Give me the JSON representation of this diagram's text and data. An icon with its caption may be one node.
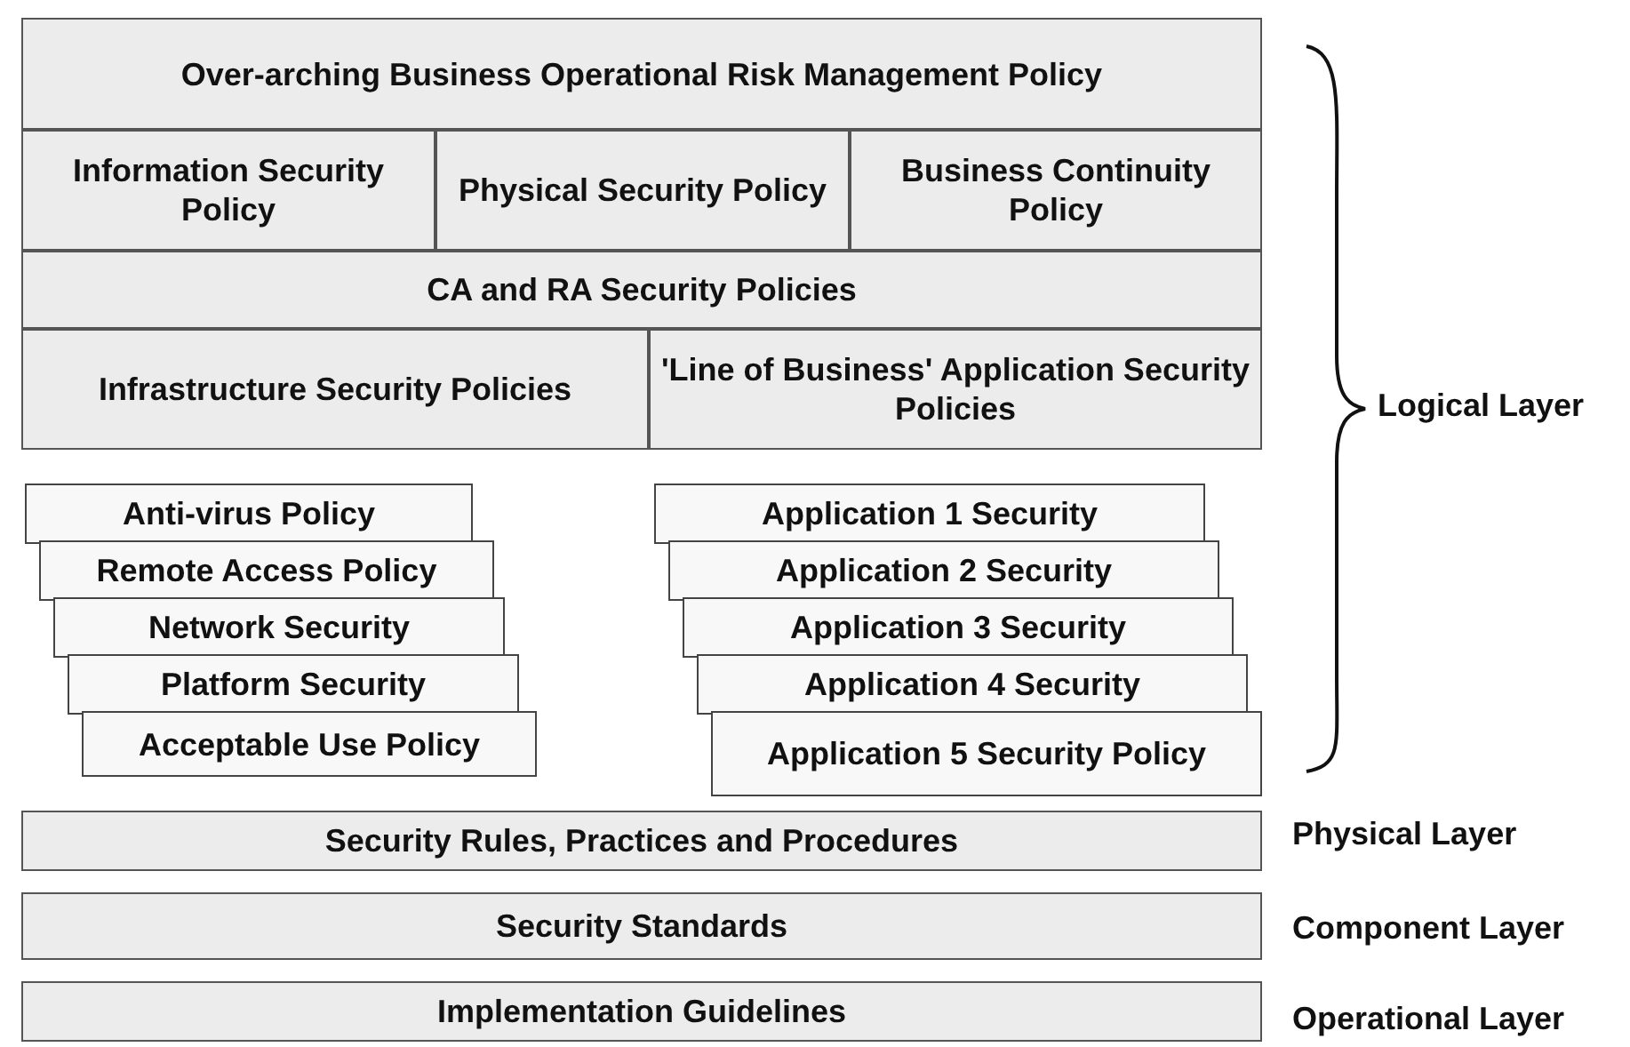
{
  "diagram": {
    "nodes": [
      {
        "text": [
          "Over-arching Business Operational Risk Management Policy"
        ]
      },
      {
        "text": [
          "Information Security Policy"
        ]
      },
      {
        "text": [
          "Physical Security Policy"
        ]
      },
      {
        "text": [
          "Business Continuity Policy"
        ]
      },
      {
        "text": [
          "CA and RA Security Policies"
        ]
      },
      {
        "text": [
          "Infrastructure Security Policies"
        ]
      },
      {
        "text": [
          "'Line of Business' Application Security Policies"
        ]
      },
      {
        "text": [
          "Anti-virus Policy"
        ]
      },
      {
        "text": [
          "Remote Access Policy"
        ]
      },
      {
        "text": [
          "Network Security"
        ]
      },
      {
        "text": [
          "Platform Security"
        ]
      },
      {
        "text": [
          "Acceptable Use Policy"
        ]
      },
      {
        "text": [
          "Application 1 Security"
        ]
      },
      {
        "text": [
          "Application 2 Security"
        ]
      },
      {
        "text": [
          "Application 3 Security"
        ]
      },
      {
        "text": [
          "Application 4 Security"
        ]
      },
      {
        "text": [
          "Application 5 Security Policy"
        ]
      },
      {
        "text": [
          "Security Rules, Practices and Procedures"
        ]
      },
      {
        "text": [
          "Security Standards"
        ]
      },
      {
        "text": [
          "Implementation Guidelines"
        ]
      }
    ],
    "labels": [
      "Logical Layer",
      "Physical Layer",
      "Component Layer",
      "Operational Layer"
    ]
  }
}
